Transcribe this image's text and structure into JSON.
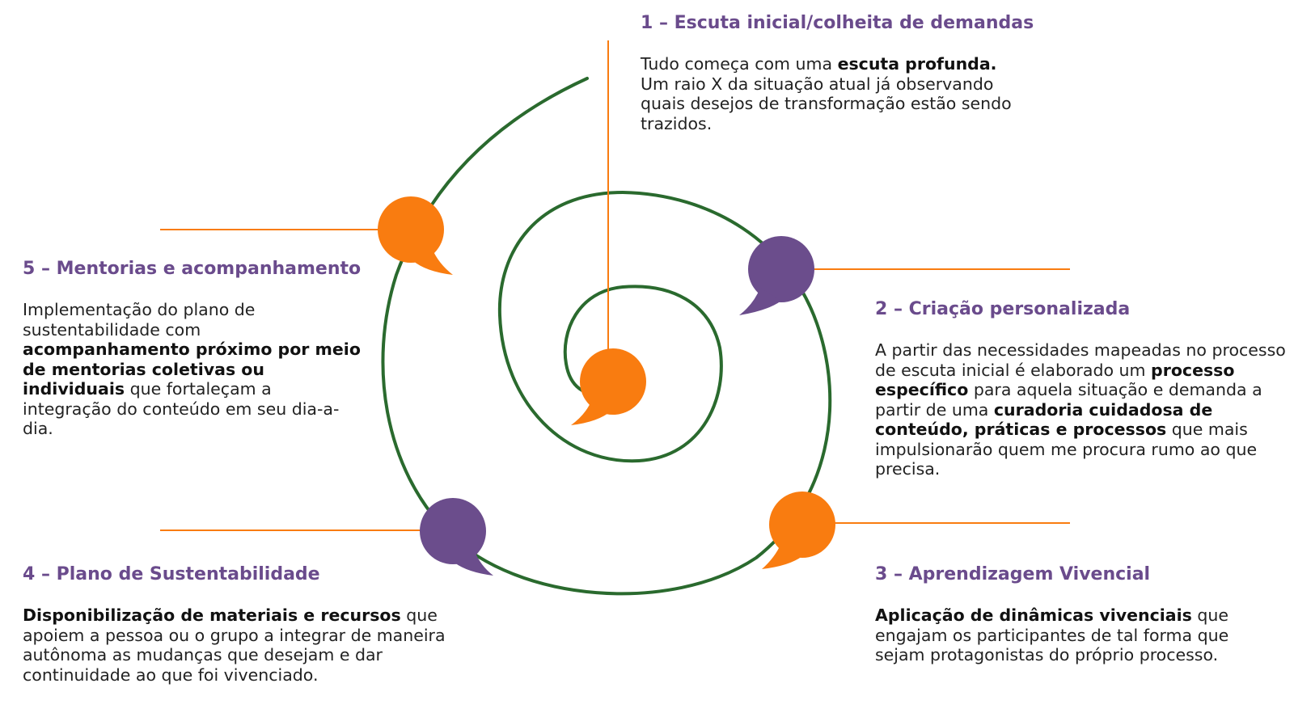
{
  "colors": {
    "orange": "#f97c10",
    "purple": "#6b4d8c",
    "spiral_green": "#2a6a2e",
    "title_purple": "#6a4b8c"
  },
  "steps": [
    {
      "title": "1 – Escuta inicial/colheita de demandas",
      "segments": [
        {
          "t": "Tudo começa com uma ",
          "b": false
        },
        {
          "t": "escuta profunda.",
          "b": true
        },
        {
          "t": " Um raio X da situação atual já observando quais desejos de transformação estão sendo trazidos.",
          "b": false
        }
      ]
    },
    {
      "title": "2 – Criação personalizada",
      "segments": [
        {
          "t": "A partir das necessidades mapeadas no processo de escuta inicial é elaborado um ",
          "b": false
        },
        {
          "t": "processo específico",
          "b": true
        },
        {
          "t": " para aquela situação e demanda a partir de uma ",
          "b": false
        },
        {
          "t": "curadoria cuidadosa de conteúdo, práticas e processos",
          "b": true
        },
        {
          "t": " que mais impulsionarão quem me procura rumo ao que precisa.",
          "b": false
        }
      ]
    },
    {
      "title": "3 – Aprendizagem Vivencial",
      "segments": [
        {
          "t": "Aplicação de dinâmicas vivenciais",
          "b": true
        },
        {
          "t": " que engajam os participantes de tal forma que sejam protagonistas do próprio processo.",
          "b": false
        }
      ]
    },
    {
      "title": "4 – Plano de Sustentabilidade",
      "segments": [
        {
          "t": "Disponibilização de materiais e recursos",
          "b": true
        },
        {
          "t": " que apoiem a pessoa ou o grupo a integrar de maneira autônoma as mudanças que desejam e dar continuidade ao que foi vivenciado.",
          "b": false
        }
      ]
    },
    {
      "title": "5 – Mentorias e acompanhamento",
      "segments": [
        {
          "t": "Implementação do plano de sustentabilidade com ",
          "b": false
        },
        {
          "t": "acompanhamento próximo por meio de mentorias coletivas ou individuais",
          "b": true
        },
        {
          "t": " que fortaleçam a integração do conteúdo em seu dia-a-dia.",
          "b": false
        }
      ]
    }
  ]
}
